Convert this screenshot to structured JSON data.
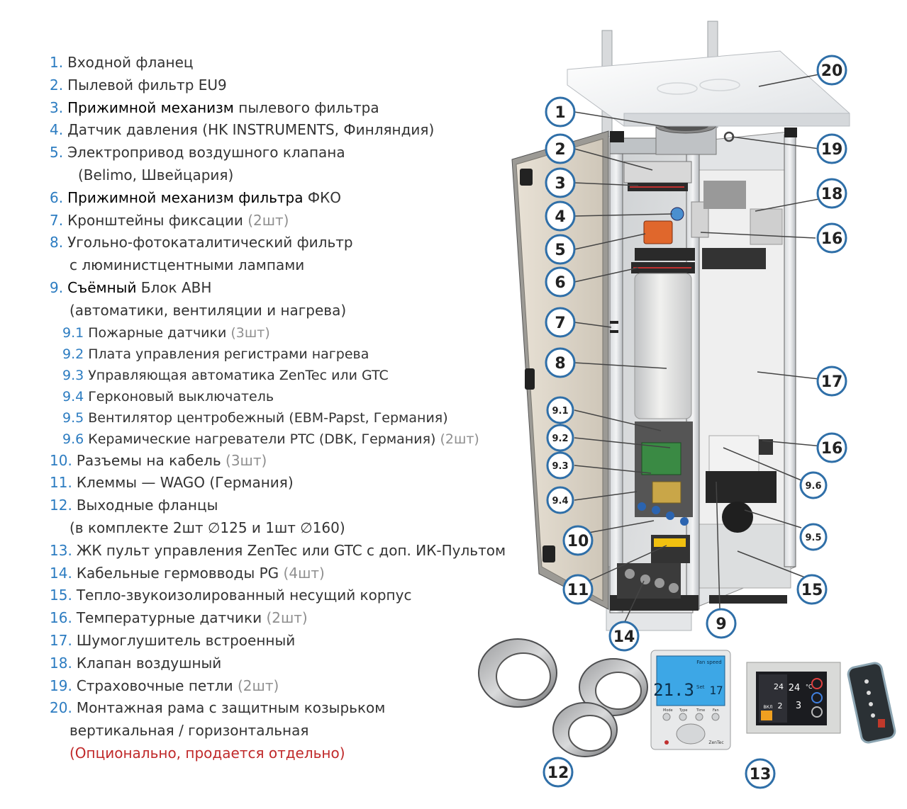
{
  "legend": [
    {
      "num": "1.",
      "text": "Входной фланец"
    },
    {
      "num": "2.",
      "text": "Пылевой фильтр EU9"
    },
    {
      "num": "3.",
      "emph": "Прижимной механизм",
      "text": " пылевого фильтра"
    },
    {
      "num": "4.",
      "text": "Датчик давления (HK INSTRUMENTS, Финляндия)"
    },
    {
      "num": "5.",
      "text": "Электропривод воздушного клапана",
      "cont": "(Belimo, Швейцария)"
    },
    {
      "num": "6.",
      "emph": "Прижимной механизм фильтра",
      "text": " ФКО"
    },
    {
      "num": "7.",
      "text": "Кронштейны фиксации ",
      "paren": "(2шт)"
    },
    {
      "num": "8.",
      "text": "Угольно-фотокаталитический фильтр",
      "cont": "с люминистцентными лампами"
    },
    {
      "num": "9.",
      "emph": "Съёмный",
      "text": " Блок АВН",
      "cont": "(автоматики, вентиляции и нагрева)"
    },
    {
      "num": "9.1",
      "text": "Пожарные датчики ",
      "paren": "(3шт)",
      "sub": true
    },
    {
      "num": "9.2",
      "text": "Плата управления регистрами нагрева",
      "sub": true
    },
    {
      "num": "9.3",
      "text": "Управляющая автоматика ZenTec или GTC",
      "sub": true
    },
    {
      "num": "9.4",
      "text": "Герконовый выключатель",
      "sub": true
    },
    {
      "num": "9.5",
      "text": "Вентилятор центробежный (EBM-Papst, Германия)",
      "sub": true
    },
    {
      "num": "9.6",
      "text": "Керамические нагреватели PTC (DBK, Германия) ",
      "paren": "(2шт)",
      "sub": true
    },
    {
      "num": "10.",
      "text": "Разъемы на кабель ",
      "paren": "(3шт)"
    },
    {
      "num": "11.",
      "text": "Клеммы — WAGO (Германия)"
    },
    {
      "num": "12.",
      "text": "Выходные фланцы",
      "cont": "(в комплекте 2шт ∅125 и 1шт ∅160)"
    },
    {
      "num": "13.",
      "text": "ЖК пульт управления ZenTec или GTC с доп. ИК-Пультом"
    },
    {
      "num": "14.",
      "text": "Кабельные гермовводы PG ",
      "paren": "(4шт)"
    },
    {
      "num": "15.",
      "text": "Тепло-звукоизолированный несущий корпус"
    },
    {
      "num": "16.",
      "text": "Температурные датчики ",
      "paren": "(2шт)"
    },
    {
      "num": "17.",
      "text": "Шумоглушитель встроенный"
    },
    {
      "num": "18.",
      "text": "Клапан воздушный"
    },
    {
      "num": "19.",
      "text": "Страховочные петли ",
      "paren": "(2шт)"
    },
    {
      "num": "20.",
      "text": "Монтажная рама с защитным козырьком",
      "cont": "вертикальная / горизонтальная",
      "note": "(Опционально, продается отдельно)"
    }
  ],
  "callouts": [
    "1",
    "2",
    "3",
    "4",
    "5",
    "6",
    "7",
    "8",
    "9.1",
    "9.2",
    "9.3",
    "9.4",
    "10",
    "11",
    "14",
    "9",
    "15",
    "9.5",
    "9.6",
    "16",
    "17",
    "16",
    "18",
    "19",
    "20",
    "12",
    "13"
  ],
  "controller": {
    "fan_speed": "Fan speed",
    "temp_main": "21.3",
    "set_label": "Set",
    "temp_set": "17",
    "btn_mode": "Mode",
    "btn_type": "Type",
    "btn_time": "Time",
    "btn_fan": "Fan",
    "brand": "ZenTec"
  },
  "touch_panel": {
    "temp1": "24",
    "temp2": "24",
    "unit": "°C",
    "val1": "2",
    "val2": "3",
    "on_label": "ВКЛ"
  },
  "colors": {
    "callout_border": "#2f6fa8",
    "number": "#2c7cc1",
    "paren": "#8f8f8f",
    "note": "#c0292a"
  }
}
